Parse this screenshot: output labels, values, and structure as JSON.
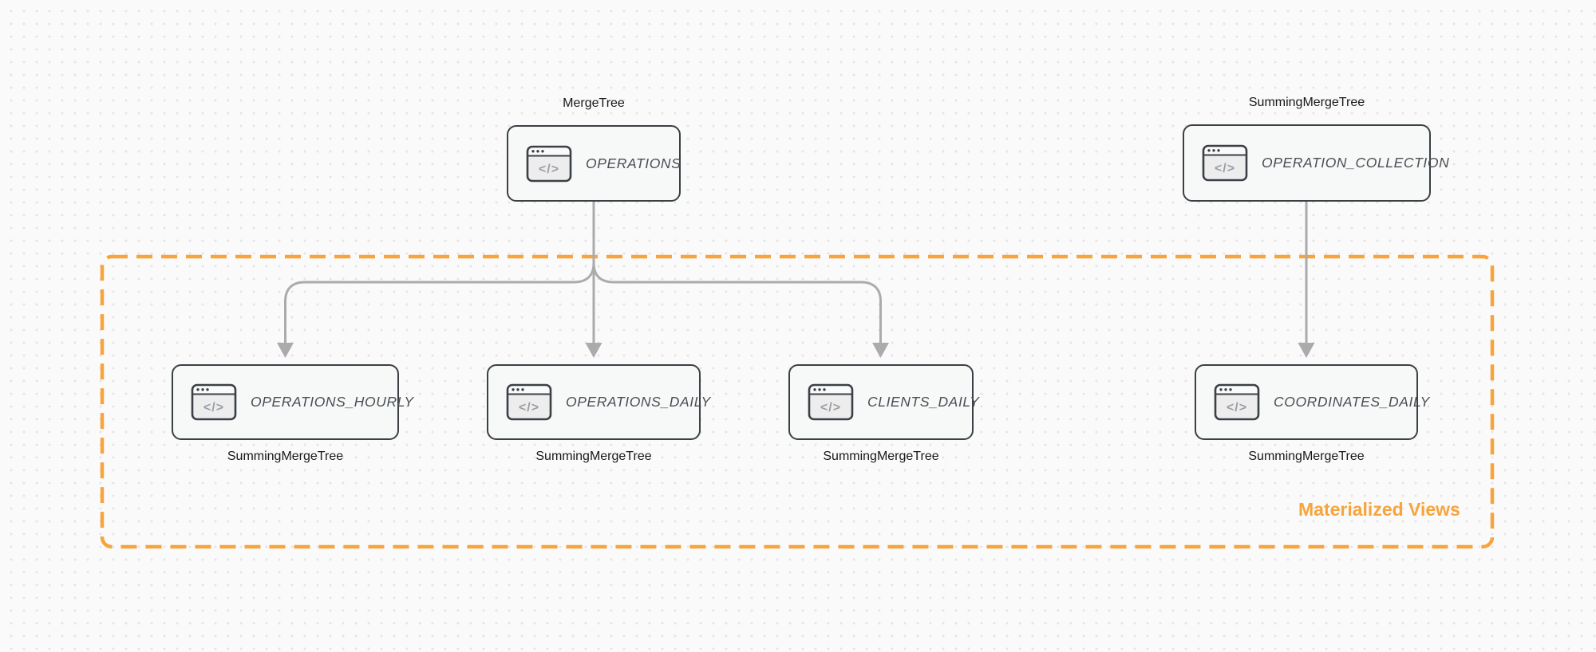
{
  "group": {
    "label": "Materialized Views"
  },
  "nodes": {
    "operations": {
      "table": "OPERATIONS",
      "engine": "MergeTree"
    },
    "operation_collection": {
      "table": "OPERATION_COLLECTION",
      "engine": "SummingMergeTree"
    },
    "operations_hourly": {
      "table": "OPERATIONS_HOURLY",
      "engine": "SummingMergeTree"
    },
    "operations_daily": {
      "table": "OPERATIONS_DAILY",
      "engine": "SummingMergeTree"
    },
    "clients_daily": {
      "table": "CLIENTS_DAILY",
      "engine": "SummingMergeTree"
    },
    "coordinates_daily": {
      "table": "COORDINATES_DAILY",
      "engine": "SummingMergeTree"
    }
  },
  "edges": [
    {
      "from": "OPERATIONS",
      "to": "OPERATIONS_HOURLY"
    },
    {
      "from": "OPERATIONS",
      "to": "OPERATIONS_DAILY"
    },
    {
      "from": "OPERATIONS",
      "to": "CLIENTS_DAILY"
    },
    {
      "from": "OPERATION_COLLECTION",
      "to": "COORDINATES_DAILY"
    }
  ],
  "icon_glyph": "</>",
  "colors": {
    "background": "#FAFAFA",
    "grid_dot": "#E5E5E8",
    "node_border": "#3B4045",
    "node_fill": "#F7F8F8",
    "icon_body_fill": "#EDEDEE",
    "icon_glyph_color": "#9A9EA3",
    "edge": "#ABABAD",
    "accent_orange": "#F8A43C",
    "table_label": "#4A4E54",
    "engine_label": "#17191C"
  }
}
